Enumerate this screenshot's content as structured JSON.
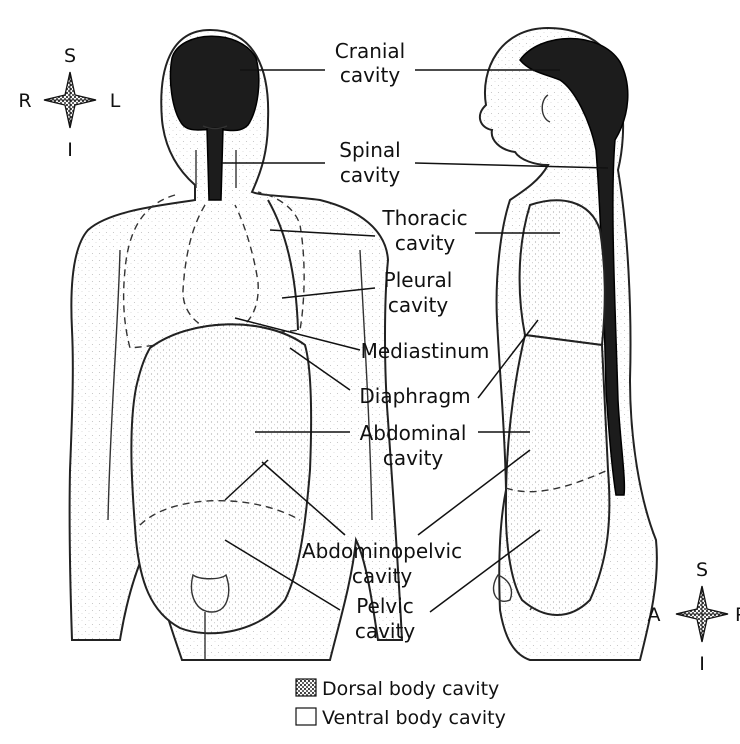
{
  "compass_front": {
    "superior": "S",
    "inferior": "I",
    "right": "R",
    "left": "L"
  },
  "compass_side": {
    "superior": "S",
    "inferior": "I",
    "anterior": "A",
    "posterior": "P"
  },
  "labels": {
    "cranial": [
      "Cranial",
      "cavity"
    ],
    "spinal": [
      "Spinal",
      "cavity"
    ],
    "thoracic": [
      "Thoracic",
      "cavity"
    ],
    "pleural": [
      "Pleural",
      "cavity"
    ],
    "mediastinum": "Mediastinum",
    "diaphragm": "Diaphragm",
    "abdominal": [
      "Abdominal",
      "cavity"
    ],
    "abdominopelvic": [
      "Abdominopelvic",
      "cavity"
    ],
    "pelvic": [
      "Pelvic",
      "cavity"
    ]
  },
  "legend": {
    "dorsal": "Dorsal body cavity",
    "ventral": "Ventral body cavity"
  },
  "colors": {
    "dorsal_fill": "#1c1c1c",
    "ventral_fill": "#ffffff",
    "line": "#111111"
  }
}
